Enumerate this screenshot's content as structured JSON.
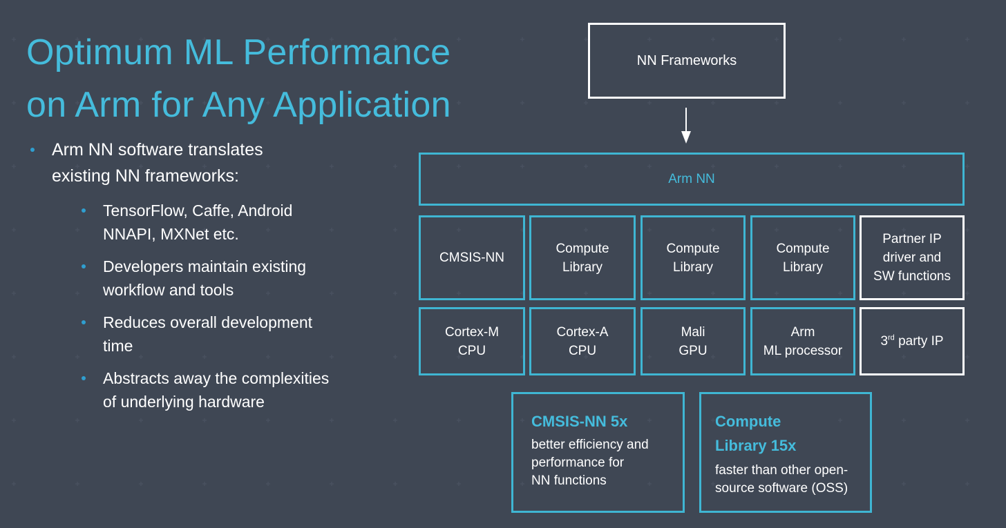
{
  "title": {
    "line1": "Optimum ML Performance",
    "line2": "on Arm for Any Application"
  },
  "bullets": {
    "main": {
      "line1": "Arm NN software translates",
      "line2": "existing   NN frameworks:"
    },
    "sub": [
      {
        "line1": "TensorFlow, Caffe, Android",
        "line2": "NNAPI, MXNet etc."
      },
      {
        "line1": "Developers maintain existing",
        "line2": "workflow and tools"
      },
      {
        "line1": "Reduces overall development",
        "line2": "time"
      },
      {
        "line1": "Abstracts away the complexities",
        "line2": "of underlying hardware"
      }
    ]
  },
  "diagram": {
    "frameworks": "NN Frameworks",
    "armnn": "Arm NN",
    "libraries": [
      {
        "line1": "CMSIS-NN",
        "line2": ""
      },
      {
        "line1": "Compute",
        "line2": "Library"
      },
      {
        "line1": "Compute",
        "line2": "Library"
      },
      {
        "line1": "Compute",
        "line2": "Library"
      },
      {
        "line1": "Partner IP",
        "line2": "driver and",
        "line3": "SW functions"
      }
    ],
    "hardware": [
      {
        "line1": "Cortex-M",
        "line2": "CPU"
      },
      {
        "line1": "Cortex-A",
        "line2": "CPU"
      },
      {
        "line1": "Mali",
        "line2": "GPU"
      },
      {
        "line1": "Arm",
        "line2": "ML processor"
      },
      {
        "num": "3",
        "sup": "rd",
        "rest": " party IP"
      }
    ]
  },
  "performance": [
    {
      "heading": "CMSIS-NN 5x",
      "text": [
        "better efficiency and",
        "performance for",
        "NN functions"
      ]
    },
    {
      "heading1": "Compute",
      "heading2": "Library 15x",
      "text": [
        "faster than other open-",
        "source software (OSS)"
      ]
    }
  ],
  "colors": {
    "background": "#343b47",
    "accent": "#45bcdc",
    "border_cyan": "#3fb6d3",
    "border_white": "#ffffff",
    "bullet": "#2f9fd0"
  }
}
